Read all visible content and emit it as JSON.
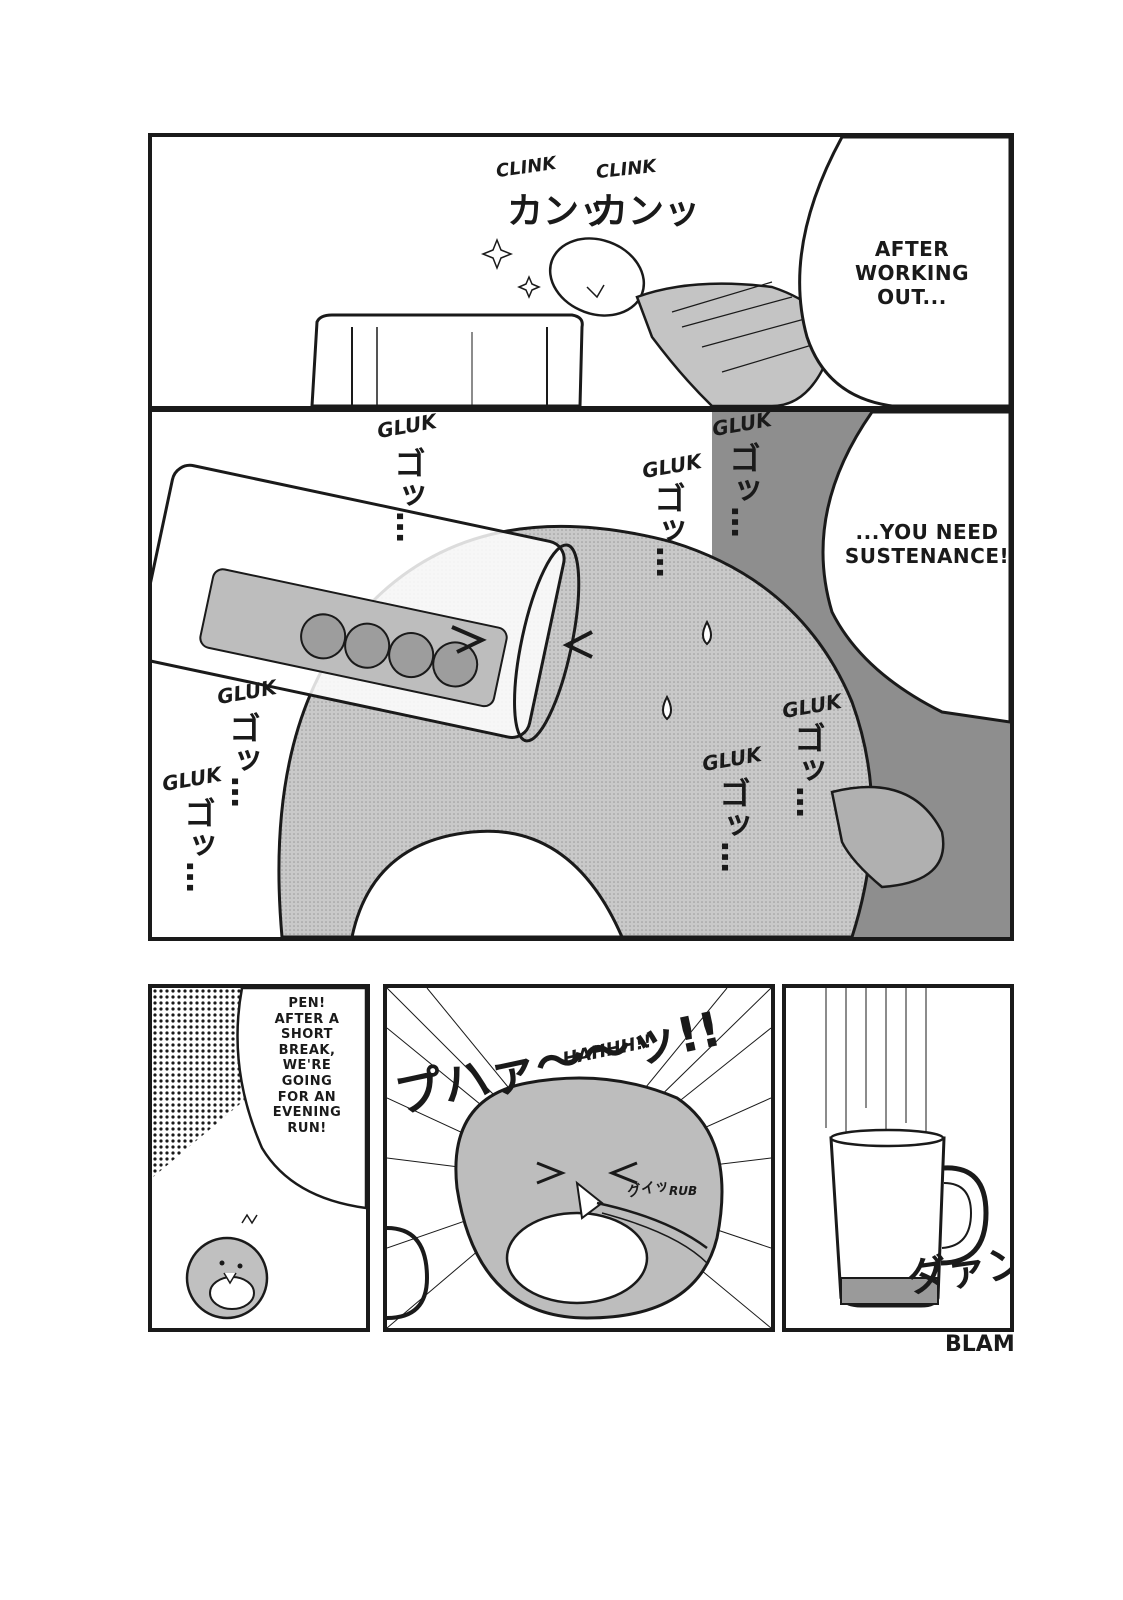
{
  "page": {
    "panel1": {
      "sfx_clink_1": "CLINK",
      "sfx_clink_2": "CLINK",
      "jp_clink_1": "カンッ",
      "jp_clink_2": "カンッ",
      "bubble": "AFTER\nWORKING\nOUT..."
    },
    "panel2": {
      "bubble": "...YOU NEED\nSUSTENANCE!",
      "sfx_gluk": [
        "GLUK",
        "GLUK",
        "GLUK",
        "GLUK",
        "GLUK",
        "GLUK",
        "GLUK"
      ],
      "jp_gulp": [
        "ゴッ…",
        "ゴッ…",
        "ゴッ…",
        "ゴッ…",
        "ゴッ…",
        "ゴッ…",
        "ゴッ…"
      ]
    },
    "panel3": {
      "bubble": "PEN!\nAFTER A\nSHORT\nBREAK,\nWE'RE\nGOING\nFOR AN\nEVENING\nRUN!"
    },
    "panel4": {
      "sfx_hahh": "HAHHH!!",
      "jp_puhaa": "プハァ〜〜ッ!!",
      "sfx_rub": "RUB",
      "jp_rub": "グイッ"
    },
    "panel5": {
      "jp_blam": "ダァン",
      "sfx_blam": "BLAM"
    }
  },
  "colors": {
    "ink": "#1a1a1a",
    "screentone": "#b9b9b9",
    "screentone_dark": "#8e8e8e",
    "paper": "#ffffff"
  }
}
